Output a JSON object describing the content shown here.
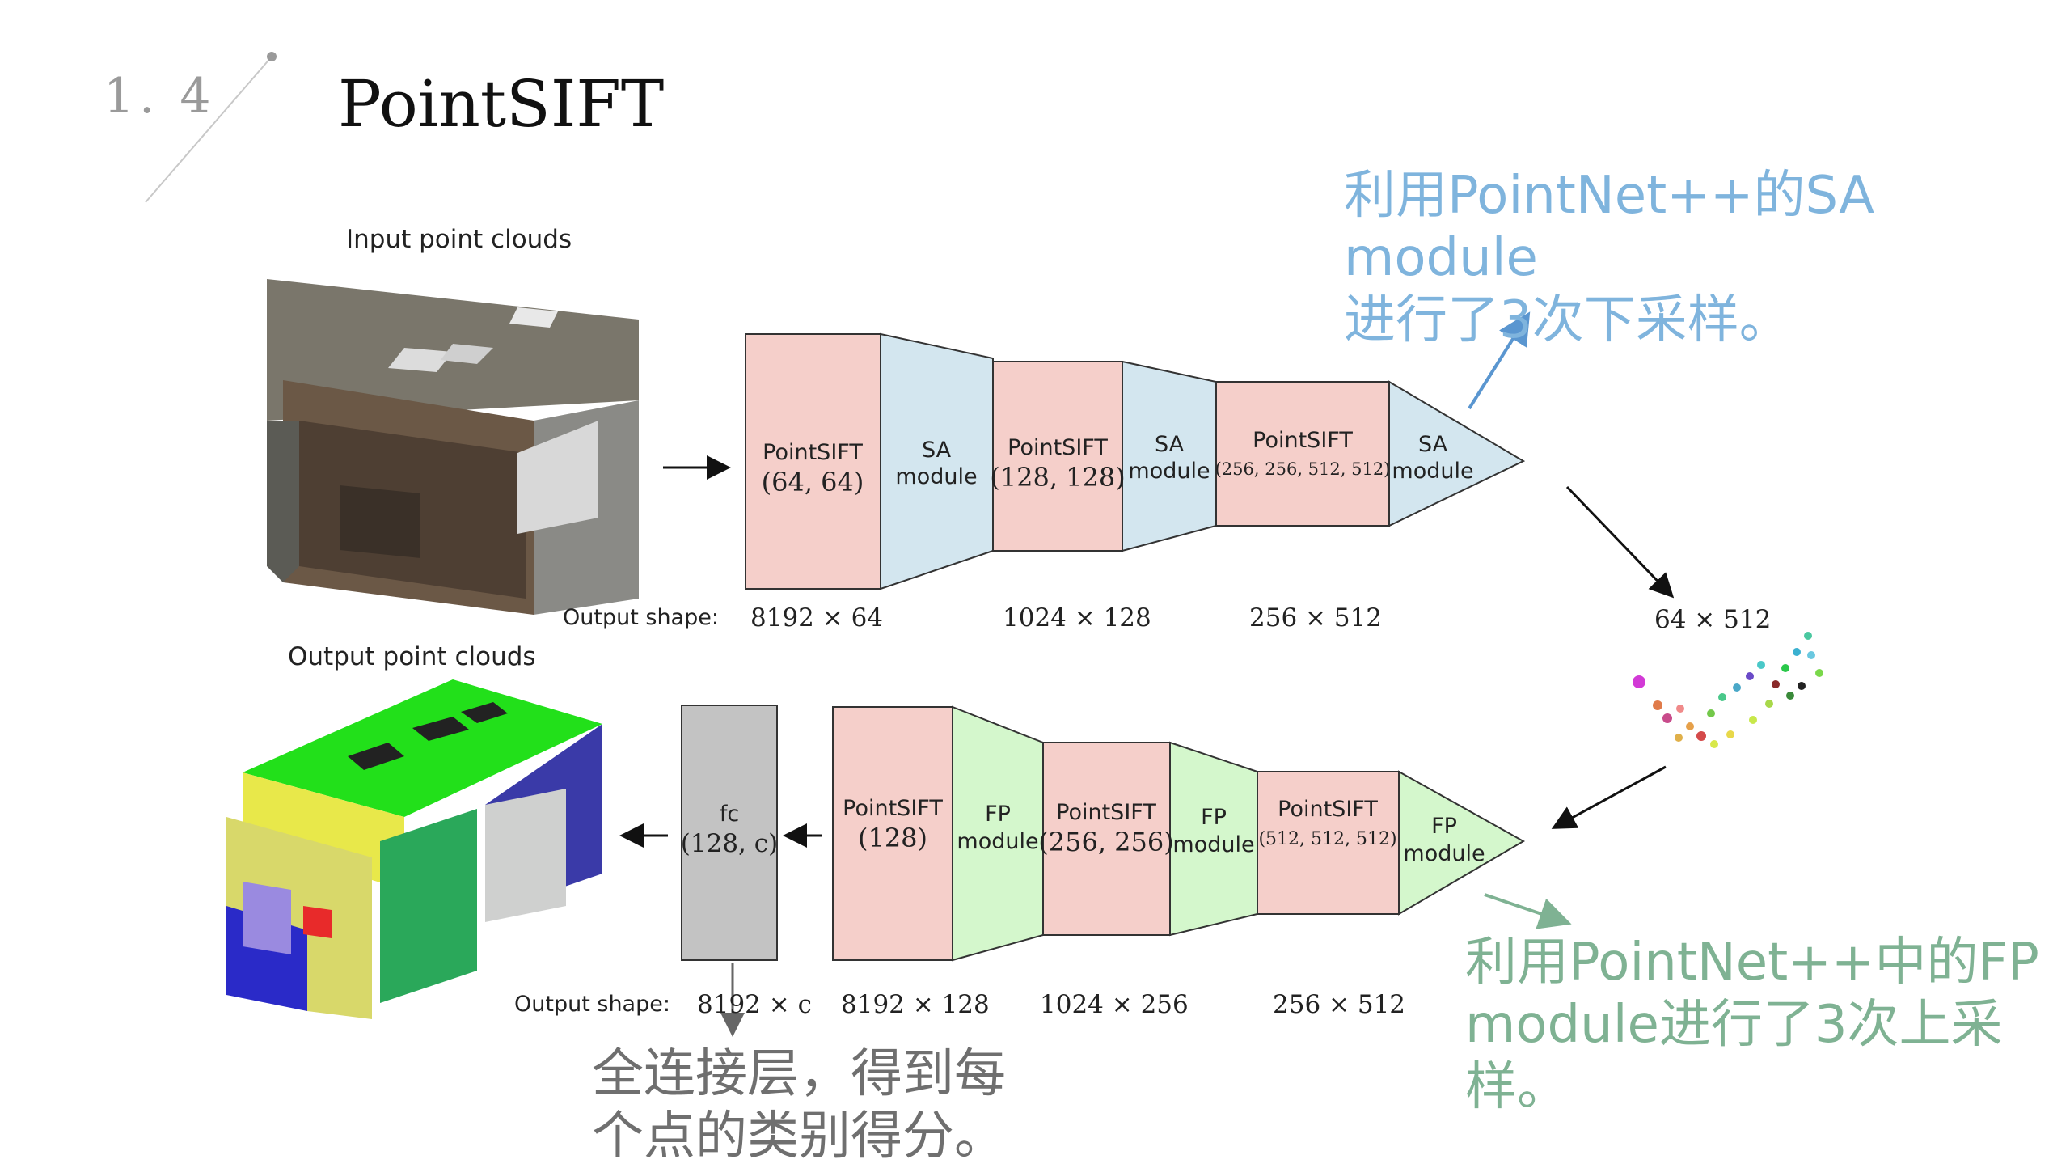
{
  "slide": {
    "number": "1. 4",
    "title": "PointSIFT"
  },
  "captions": {
    "input": "Input point clouds",
    "output": "Output point clouds"
  },
  "encoder": {
    "blocks": [
      {
        "name": "PointSIFT",
        "param": "(64, 64)"
      },
      {
        "name": "SA",
        "sub": "module"
      },
      {
        "name": "PointSIFT",
        "param": "(128, 128)"
      },
      {
        "name": "SA",
        "sub": "module"
      },
      {
        "name": "PointSIFT",
        "param": "(256, 256, 512, 512)"
      },
      {
        "name": "SA",
        "sub": "module"
      }
    ],
    "output_label": "Output shape:",
    "shapes": [
      "8192 × 64",
      "1024 × 128",
      "256 × 512"
    ]
  },
  "bottleneck_shape": "64 × 512",
  "decoder": {
    "fc": {
      "name": "fc",
      "param": "(128, c)"
    },
    "blocks": [
      {
        "name": "PointSIFT",
        "param": "(128)"
      },
      {
        "name": "FP",
        "sub": "module"
      },
      {
        "name": "PointSIFT",
        "param": "(256, 256)"
      },
      {
        "name": "FP",
        "sub": "module"
      },
      {
        "name": "PointSIFT",
        "param": "(512, 512, 512)"
      },
      {
        "name": "FP",
        "sub": "module"
      }
    ],
    "output_label": "Output shape:",
    "shapes": [
      "8192 × c",
      "8192 × 128",
      "1024 × 256",
      "256 × 512"
    ]
  },
  "annotations": {
    "sa_note": [
      "利用PointNet++的SA module",
      "进行了3次下采样。"
    ],
    "fp_note": [
      "利用PointNet++中的FP",
      "module进行了3次上采",
      "样。"
    ],
    "fc_note": [
      "全连接层，得到每",
      "个点的类别得分。"
    ]
  },
  "colors": {
    "pointsift": "#f5cfca",
    "sa_module": "#d3e6ef",
    "fp_module": "#d4f7cc",
    "fc": "#c3c3c3",
    "blue_note": "#7fb4dd",
    "green_note": "#7fb293",
    "gray_note": "#6f6f6f"
  }
}
